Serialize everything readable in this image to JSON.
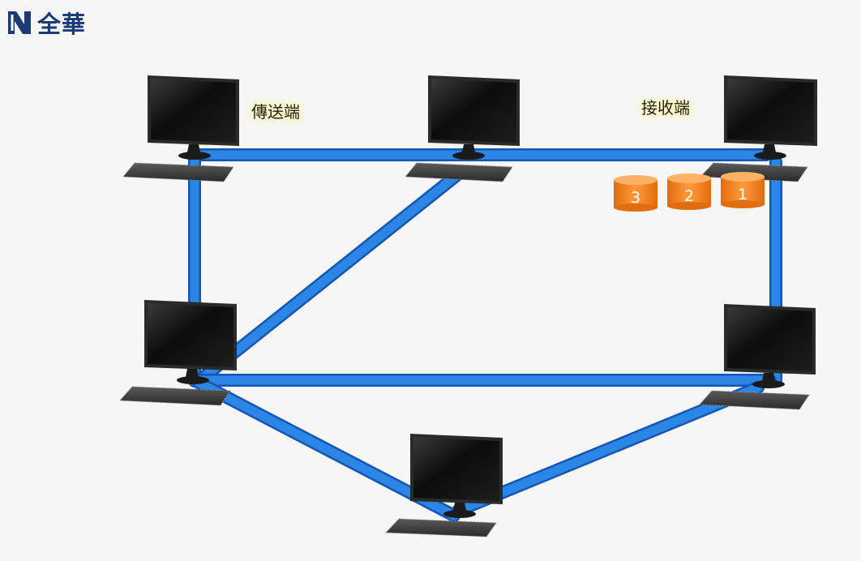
{
  "brand": {
    "name": "全華",
    "logo_color": "#1b3a78"
  },
  "labels": {
    "sender": "傳送端",
    "receiver": "接收端"
  },
  "packets": [
    {
      "number": "3"
    },
    {
      "number": "2"
    },
    {
      "number": "1"
    }
  ],
  "colors": {
    "link": "#2b86e6",
    "link_edge": "#1356b4",
    "packet": "#f58a2c",
    "label_glow": "#fff6a0"
  },
  "nodes": [
    {
      "id": "top-left",
      "icon": "computer-icon"
    },
    {
      "id": "top-middle",
      "icon": "computer-icon"
    },
    {
      "id": "top-right",
      "icon": "computer-icon"
    },
    {
      "id": "middle-left",
      "icon": "computer-icon"
    },
    {
      "id": "middle-right",
      "icon": "computer-icon"
    },
    {
      "id": "bottom",
      "icon": "computer-icon"
    }
  ]
}
